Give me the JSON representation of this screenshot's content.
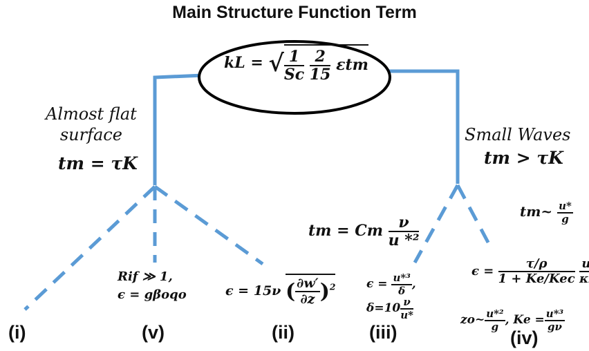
{
  "title": "Main Structure Function Term",
  "main": {
    "lhs": "kL",
    "f1_num": "1",
    "f1_den": "Sc",
    "f2_num": "2",
    "f2_den": "15",
    "tail": "εtm"
  },
  "left": {
    "line1": "Almost flat",
    "line2": "surface",
    "cond": "tm = τK"
  },
  "right": {
    "line1": "Small Waves",
    "cond": "tm > τK"
  },
  "eqs": {
    "tm3_lhs": "tm = Cm",
    "tm3_num": "ν",
    "tm3_den": "u *²",
    "tm4_lhs": "tm~",
    "tm4_num": "u*",
    "tm4_den": "g",
    "v_line1": "Rif ≫ 1,",
    "v_line2": "ϵ = gβoqo",
    "ii_lhs": "ϵ = 15ν",
    "ii_num": "∂w′",
    "ii_den": "∂z",
    "iii_eps": "ϵ =",
    "iii_eps_num": "u*³",
    "iii_eps_den": "δ",
    "iii_delta": "δ=10",
    "iii_delta_num": "ν",
    "iii_delta_den": "u*",
    "iv_eps": "ϵ =",
    "iv_num": "τ/ρ",
    "iv_den": "1 + Ke/Kec",
    "iv_num2": "u *",
    "iv_den2": "κzo",
    "iv_z0": "zo~",
    "iv_z0_num": "u*²",
    "iv_z0_den": "g",
    "iv_ke": ", Ke =",
    "iv_ke_num": "u*³",
    "iv_ke_den": "gν"
  },
  "labels": {
    "i": "(i)",
    "v": "(v)",
    "ii": "(ii)",
    "iii": "(iii)",
    "iv": "(iv)"
  }
}
